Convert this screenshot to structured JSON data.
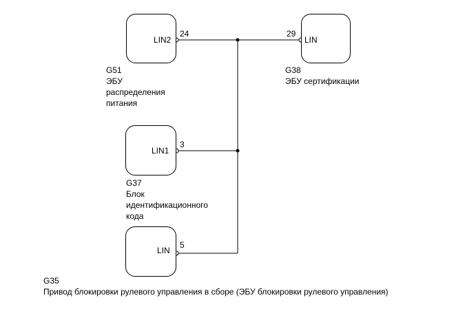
{
  "components": {
    "g51": {
      "code": "G51",
      "name_lines": [
        "ЭБУ",
        "распределения",
        "питания"
      ],
      "pin_label": "LIN2",
      "pin_number": "24"
    },
    "g38": {
      "code": "G38",
      "name_lines": [
        "ЭБУ сертификации"
      ],
      "pin_label": "LIN",
      "pin_number": "29"
    },
    "g37": {
      "code": "G37",
      "name_lines": [
        "Блок",
        "идентификационного",
        "кода"
      ],
      "pin_label": "LIN1",
      "pin_number": "3"
    },
    "g35": {
      "code": "G35",
      "name_lines": [
        "Привод блокировки рулевого управления в сборе (ЭБУ блокировки рулевого управления)"
      ],
      "pin_label": "LIN",
      "pin_number": "5"
    }
  }
}
